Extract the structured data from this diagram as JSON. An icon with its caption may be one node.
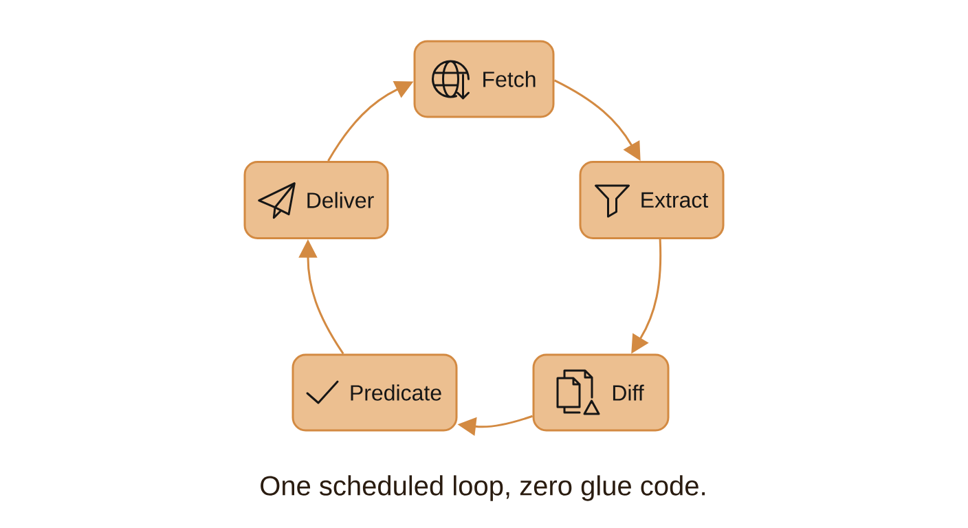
{
  "diagram": {
    "caption": "One scheduled loop, zero glue code.",
    "nodes": [
      {
        "text": [
          "Fetch"
        ]
      },
      {
        "text": [
          "Extract"
        ]
      },
      {
        "text": [
          "Diff"
        ]
      },
      {
        "text": [
          "Predicate"
        ]
      },
      {
        "text": [
          "Deliver"
        ]
      }
    ],
    "edges": [
      {
        "from": 0,
        "to": 1,
        "arrow": "to"
      },
      {
        "from": 1,
        "to": 2,
        "arrow": "to"
      },
      {
        "from": 2,
        "to": 3,
        "arrow": "to"
      },
      {
        "from": 3,
        "to": 4,
        "arrow": "to"
      },
      {
        "from": 4,
        "to": 0,
        "arrow": "to"
      }
    ]
  }
}
